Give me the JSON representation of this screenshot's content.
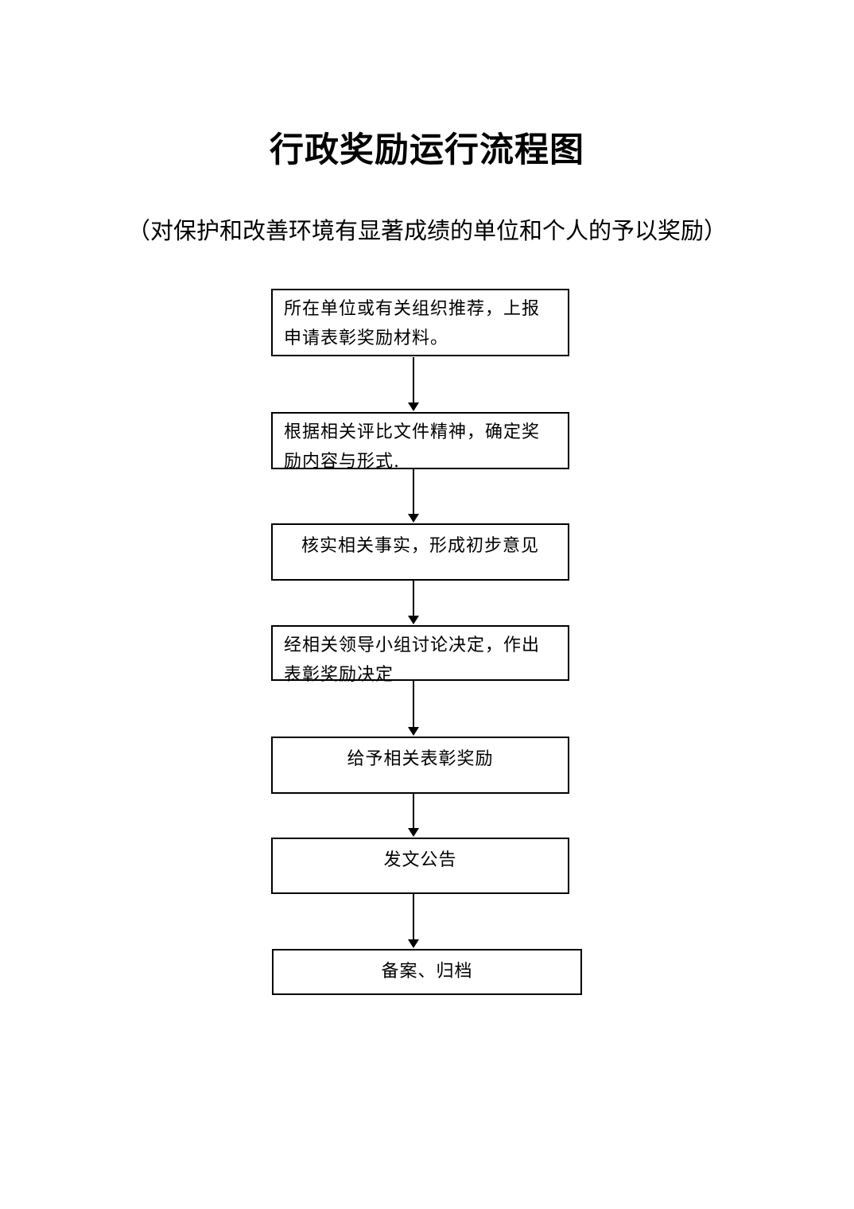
{
  "page": {
    "title": "行政奖励运行流程图",
    "subtitle": "（对保护和改善环境有显著成绩的单位和个人的予以奖励）",
    "background_color": "#ffffff",
    "line_color": "#000000"
  },
  "flowchart": {
    "direction": "top-down",
    "nodes": [
      {
        "step": 1,
        "label": "所在单位或有关组织推荐，上报申请表彰奖励材料。"
      },
      {
        "step": 2,
        "label": "根据相关评比文件精神，确定奖励内容与形式."
      },
      {
        "step": 3,
        "label": "核实相关事实，形成初步意见"
      },
      {
        "step": 4,
        "label": "经相关领导小组讨论决定，作出表彰奖励决定"
      },
      {
        "step": 5,
        "label": "给予相关表彰奖励"
      },
      {
        "step": 6,
        "label": "发文公告"
      },
      {
        "step": 7,
        "label": "备案、归档"
      }
    ]
  }
}
